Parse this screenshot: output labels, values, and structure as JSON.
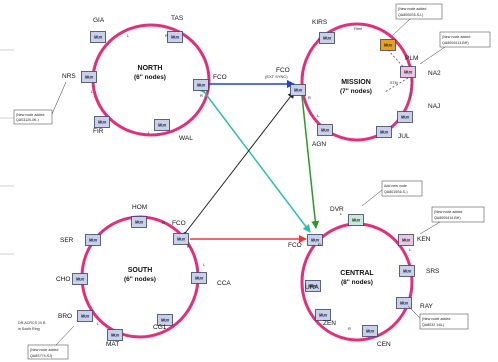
{
  "rings": {
    "north": {
      "name": "NORTH",
      "count": "(6\" nodes)"
    },
    "mission": {
      "name": "MISSION",
      "count": "(7\" nodes)"
    },
    "south": {
      "name": "SOUTH",
      "count": "(6\" nodes)"
    },
    "central": {
      "name": "CENTRAL",
      "count": "(8\" nodes)"
    }
  },
  "node_text": "Mux",
  "nodes": {
    "gia": "GIA",
    "tas": "TAS",
    "nrs": "NRS",
    "fir": "FIR",
    "wal": "WAL",
    "fco_north": "FCO",
    "kirs": "KIRS",
    "plm": "PLM",
    "na2": "NA2",
    "naj": "NAJ",
    "jul": "JUL",
    "agn": "AGN",
    "fco_mission": "FCO",
    "fco_mission_sub": "(EXT SYNC)",
    "hom": "HOM",
    "fco_south": "FCO",
    "ser": "SER",
    "cho": "CHO",
    "bro": "BRO",
    "mat": "MAT",
    "cg1": "CG1",
    "cca": "CCA",
    "dvr": "DVR",
    "ken": "KEN",
    "srs": "SRS",
    "ray": "RAY",
    "cen": "CEN",
    "zen": "ZEN",
    "ura": "URA",
    "fco_central": "FCO"
  },
  "port_labels": {
    "L": "L",
    "R": "R"
  },
  "notes": {
    "nrs_note": [
      "(New node added",
      "QA03120-MI-)"
    ],
    "top_note": [
      "(New node added",
      "QA8000S5-SJ-)"
    ],
    "na2_note": [
      "(New node added",
      "QA8000413-BH)"
    ],
    "mission_small": [
      "(New node added",
      "QA8000S6)"
    ],
    "dvr_note": [
      "Add new node",
      "QA8015S6-S-)"
    ],
    "ken_note": [
      "(New node added",
      "QA8000414-BH)"
    ],
    "ray_note": [
      "(New node added",
      "QA8032 14iL)"
    ],
    "south_left": [
      "DR-ACRCS 10 B",
      "in South Ring"
    ],
    "south_bottom": [
      "(New node added",
      "QA8S774-SJ)"
    ]
  },
  "mission_tags": {
    "plm_tag": "Fibre",
    "na2_tag": "STM"
  },
  "colors": {
    "ring": "#e0307a",
    "node_fill": "#c8d0ea",
    "node_stroke": "#3a3f6a",
    "added_node": "#e8a21a",
    "new_node_pink": "#e7c8e0",
    "new_node_green": "#c9ead6",
    "link_blue": "#2342c8",
    "link_green": "#2a9a2a",
    "link_cyan": "#2ac0a8",
    "link_red": "#e83a3a",
    "link_black": "#222222"
  }
}
